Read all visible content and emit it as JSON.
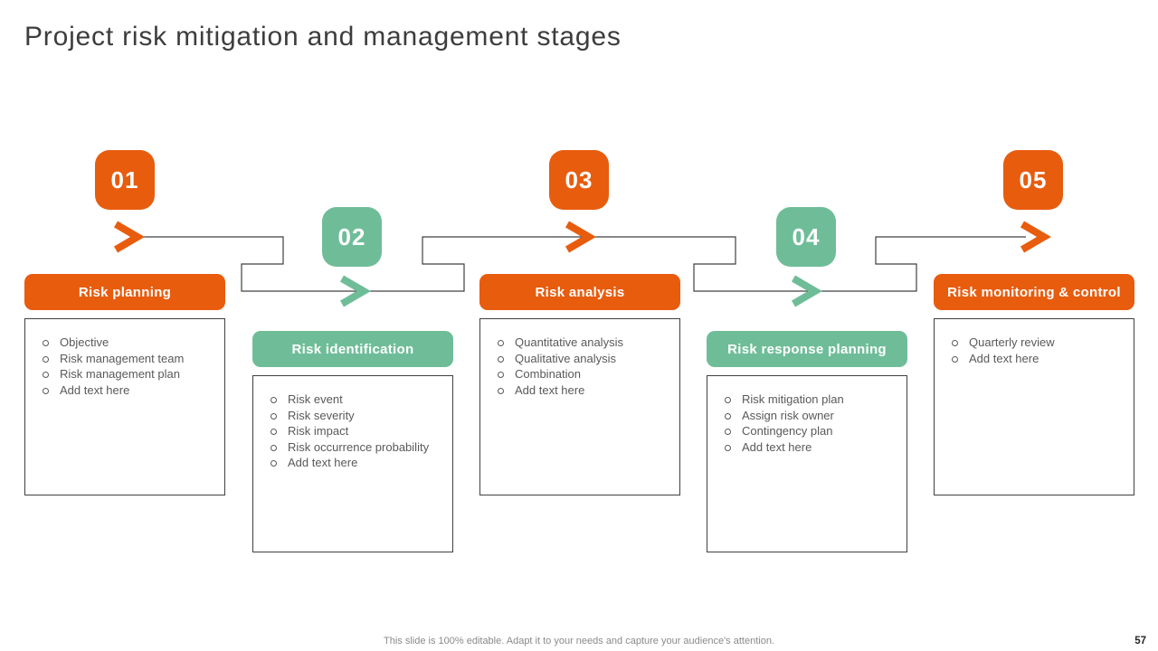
{
  "slide": {
    "title": "Project risk mitigation and management stages",
    "footer": "This slide is 100% editable. Adapt it to your needs and capture your audience's attention.",
    "page_number": "57"
  },
  "colors": {
    "orange": "#E85C0E",
    "green": "#6FBD98",
    "line": "#404040",
    "gray-text": "#595959"
  },
  "stages": [
    {
      "number": "01",
      "label": "Risk planning",
      "color": "orange",
      "items": [
        "Objective",
        "Risk management team",
        "Risk management plan",
        "Add text here"
      ]
    },
    {
      "number": "02",
      "label": "Risk identification",
      "color": "green",
      "items": [
        "Risk event",
        "Risk severity",
        "Risk impact",
        "Risk occurrence probability",
        "Add text here"
      ]
    },
    {
      "number": "03",
      "label": "Risk analysis",
      "color": "orange",
      "items": [
        "Quantitative analysis",
        "Qualitative analysis",
        "Combination",
        "Add text here"
      ]
    },
    {
      "number": "04",
      "label": "Risk response planning",
      "color": "green",
      "items": [
        "Risk mitigation plan",
        "Assign risk owner",
        "Contingency plan",
        "Add text here"
      ]
    },
    {
      "number": "05",
      "label": "Risk monitoring & control",
      "color": "orange",
      "items": [
        "Quarterly review",
        "Add text here"
      ]
    }
  ]
}
